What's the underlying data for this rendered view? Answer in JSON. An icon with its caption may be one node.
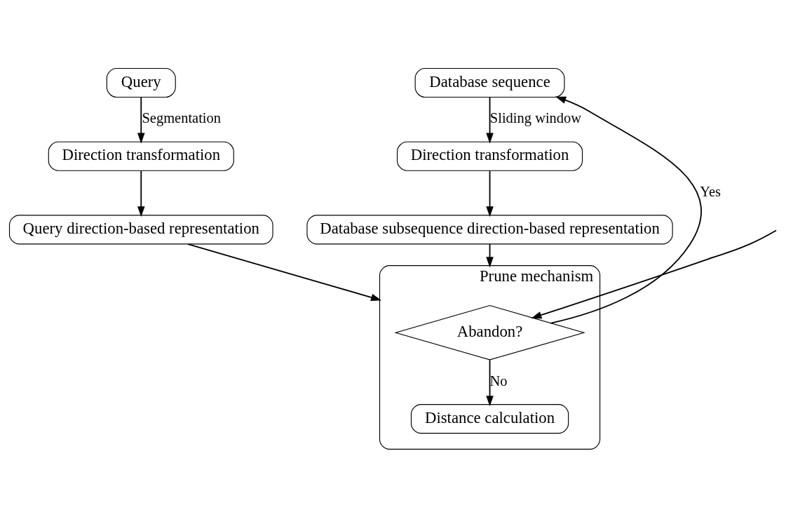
{
  "diagram": {
    "nodes": [
      {
        "text": [
          "Query"
        ]
      },
      {
        "text": [
          "Direction transformation"
        ]
      },
      {
        "text": [
          "Query direction-based representation"
        ]
      },
      {
        "text": [
          "Database sequence"
        ]
      },
      {
        "text": [
          "Direction transformation"
        ]
      },
      {
        "text": [
          "Database subsequence direction-based representation"
        ]
      },
      {
        "text": [
          "Prune mechanism"
        ]
      },
      {
        "text": [
          "Abandon?"
        ],
        "in": 6
      },
      {
        "text": [
          "Distance calculation"
        ],
        "in": 6
      }
    ],
    "edges": [
      {
        "from": 0,
        "to": 1,
        "arrow": "to",
        "label": "Segmentation"
      },
      {
        "from": 1,
        "to": 2,
        "arrow": "to"
      },
      {
        "from": 3,
        "to": 4,
        "arrow": "to",
        "label": "Sliding window"
      },
      {
        "from": 4,
        "to": 5,
        "arrow": "to"
      },
      {
        "from": 2,
        "to": 6,
        "arrow": "to"
      },
      {
        "from": 5,
        "to": 6,
        "arrow": "to"
      },
      {
        "from": null,
        "to": 7,
        "arrow": "to"
      },
      {
        "from": 7,
        "to": 3,
        "arrow": "to",
        "label": "Yes"
      },
      {
        "from": 7,
        "to": 8,
        "arrow": "to",
        "label": "No"
      }
    ]
  }
}
